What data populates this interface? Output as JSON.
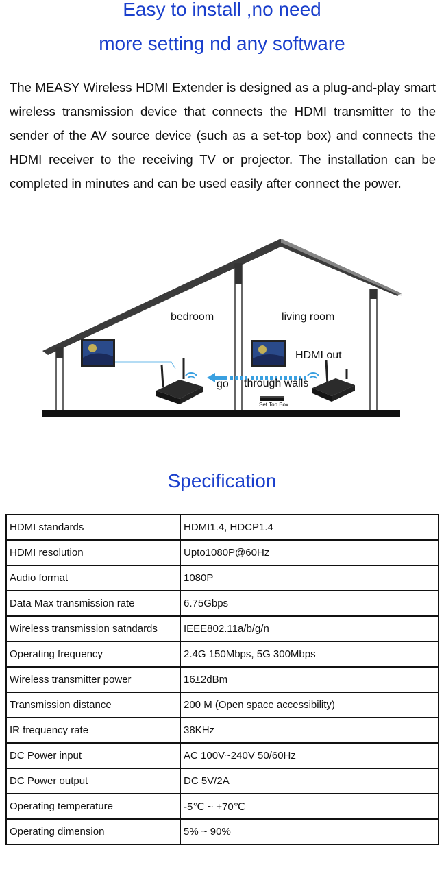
{
  "heading": {
    "line1": "Easy to install ,no need",
    "line2": "more setting nd any software"
  },
  "intro": "The MEASY Wireless HDMI Extender is designed as a plug-and-play smart wireless transmission device that connects the HDMI transmitter to the sender of the AV source device (such as a set-top box) and connects the HDMI receiver to the receiving TV or projector. The installation can be completed in minutes and can be used easily after connect the power.",
  "diagram": {
    "room_left": "bedroom",
    "room_right": "living room",
    "hdmi_out": "HDMI out",
    "go": "go",
    "through_walls": "through walls",
    "set_top_box": "Set Top Box"
  },
  "colors": {
    "heading": "#1a3fcc",
    "signal": "#3aa0e0"
  },
  "spec": {
    "title": "Specification",
    "rows": [
      {
        "k": "HDMI standards",
        "v": "HDMI1.4, HDCP1.4"
      },
      {
        "k": "HDMI resolution",
        "v": "Upto1080P@60Hz"
      },
      {
        "k": "Audio format",
        "v": "1080P"
      },
      {
        "k": "Data Max transmission rate",
        "v": "6.75Gbps"
      },
      {
        "k": "Wireless transmission satndards",
        "v": "IEEE802.11a/b/g/n"
      },
      {
        "k": "Operating frequency",
        "v": "2.4G 150Mbps, 5G 300Mbps"
      },
      {
        "k": "Wireless transmitter power",
        "v": "16±2dBm"
      },
      {
        "k": "Transmission distance",
        "v": "200 M (Open space accessibility)"
      },
      {
        "k": "IR frequency rate",
        "v": "38KHz"
      },
      {
        "k": "DC Power input",
        "v": "AC 100V~240V 50/60Hz"
      },
      {
        "k": "DC Power output",
        "v": "DC 5V/2A"
      },
      {
        "k": "Operating temperature",
        "v": "-5℃ ~ +70℃"
      },
      {
        "k": "Operating dimension",
        "v": "5% ~ 90%"
      }
    ]
  }
}
